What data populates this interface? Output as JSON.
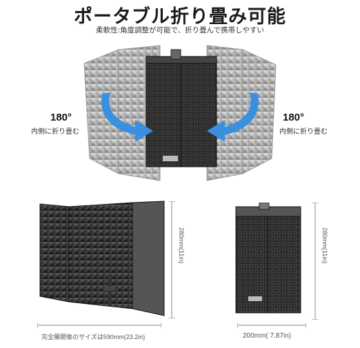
{
  "header": {
    "title": "ポータブル折り畳み可能",
    "subtitle": "柔軟性:角度調整が可能で、折り畳んで携帯しやすい"
  },
  "fold_left": {
    "angle": "180°",
    "caption": "内側に折り畳む"
  },
  "fold_right": {
    "angle": "180°",
    "caption": "内側に折り畳む"
  },
  "dimensions": {
    "open_height": "280mm(11in)",
    "open_width_note": "完全展開後のサイズは590mm(23.2in)",
    "folded_height": "280mm(11in)",
    "folded_width": "200mm( 7.87in)"
  },
  "colors": {
    "arrow_blue": "#3a8fe0",
    "foam_dark": "#2a2a2a",
    "foam_gray": "#9a9a9a"
  }
}
